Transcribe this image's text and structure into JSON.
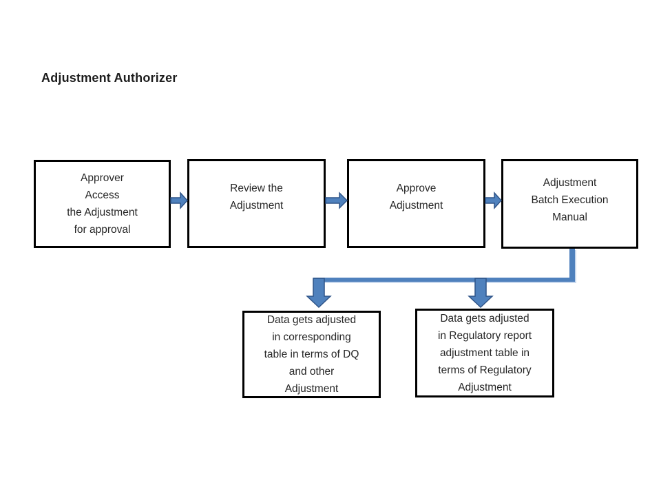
{
  "title": "Adjustment Authorizer",
  "diagram": {
    "nodes": {
      "approver_access": "Approver\nAccess\nthe Adjustment\nfor approval",
      "review": "Review the\nAdjustment",
      "approve": "Approve\nAdjustment",
      "batch_execution": "Adjustment\nBatch Execution\nManual",
      "dq_table": "Data gets adjusted\nin corresponding\ntable in terms of DQ\nand other\nAdjustment",
      "regulatory_table": "Data gets adjusted\nin Regulatory report\nadjustment table in\nterms of Regulatory\nAdjustment"
    },
    "edges": [
      {
        "from": "approver_access",
        "to": "review",
        "type": "block-arrow-right"
      },
      {
        "from": "review",
        "to": "approve",
        "type": "block-arrow-right"
      },
      {
        "from": "approve",
        "to": "batch_execution",
        "type": "block-arrow-right"
      },
      {
        "from": "batch_execution",
        "to": "dq_table",
        "type": "elbow-block-arrow-down"
      },
      {
        "from": "batch_execution",
        "to": "regulatory_table",
        "type": "elbow-block-arrow-down"
      }
    ],
    "icons": {
      "flow_arrow": "block-arrow-right",
      "branch_arrow": "block-arrow-down"
    },
    "colors": {
      "connector_fill": "#4f81bd",
      "connector_border": "#2f5488",
      "connector_highlight": "#c9d9ee",
      "box_border": "#000000",
      "text": "#262626",
      "background": "#ffffff"
    }
  }
}
